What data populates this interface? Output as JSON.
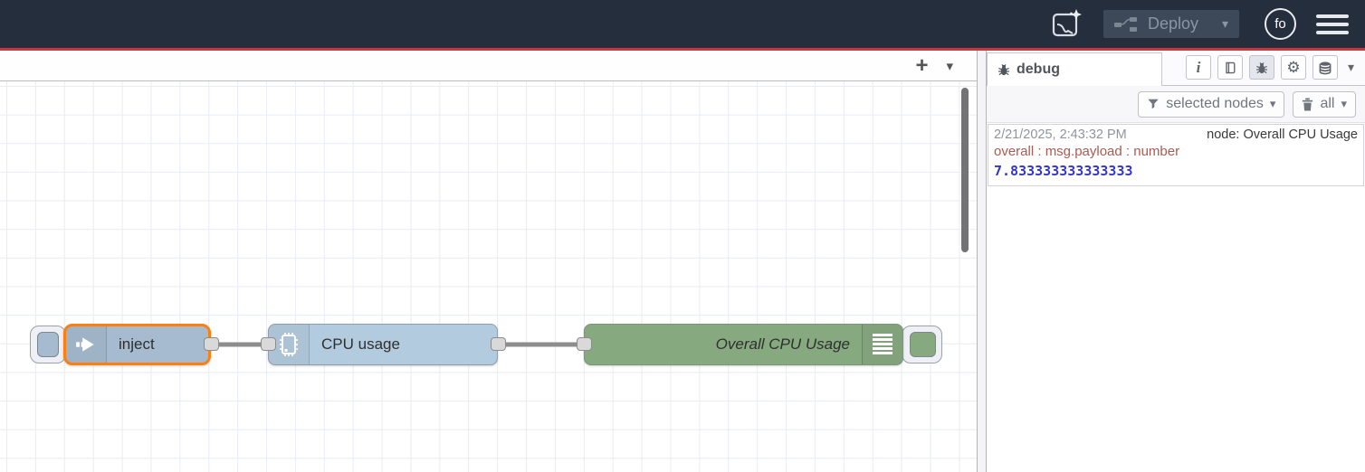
{
  "header": {
    "deploy": {
      "label": "Deploy"
    },
    "avatar": {
      "initials": "fo"
    },
    "icons": {
      "assistant": "ai-sparkle-chart-icon",
      "menu": "hamburger-icon"
    }
  },
  "glyphs": {
    "plus": "+",
    "caret": "▾",
    "info": "i",
    "gear": "⚙"
  },
  "workspace": {
    "tabbar": {
      "add_flow": "+",
      "flows_menu": "▾"
    }
  },
  "flow": {
    "nodes": [
      {
        "id": "inject",
        "type": "inject",
        "label": "inject",
        "color": "#a6bbcf",
        "selected": true,
        "icon": "arrow-right-icon"
      },
      {
        "id": "cpu",
        "type": "cpu",
        "label": "CPU usage",
        "color": "#b3cbde",
        "selected": false,
        "icon": "chip-icon"
      },
      {
        "id": "debug",
        "type": "debug",
        "label": "Overall CPU Usage",
        "color": "#87a980",
        "selected": false,
        "icon": "console-list-icon"
      }
    ],
    "wires": [
      {
        "from": "inject",
        "to": "cpu"
      },
      {
        "from": "cpu",
        "to": "debug"
      }
    ]
  },
  "sidebar": {
    "tab_label": "debug",
    "tools": [
      "info-icon",
      "book-icon",
      "bug-icon",
      "gear-icon",
      "context-db-icon"
    ],
    "toolbar": {
      "filter_label": "selected nodes",
      "clear_label": "all"
    },
    "messages": [
      {
        "timestamp": "2/21/2025, 2:43:32 PM",
        "source": "node: Overall CPU Usage",
        "property": "overall : msg.payload : number",
        "value": "7.833333333333333"
      }
    ]
  },
  "colors": {
    "header_bg": "#242e3d",
    "accent_red_line": "#c9383c",
    "selection_orange": "#ff7f0e",
    "inject_node": "#a6bbcf",
    "cpu_node": "#b3cbde",
    "debug_node": "#87a980",
    "debug_value_blue": "#3236ce",
    "debug_property_red": "#ab5a50"
  }
}
